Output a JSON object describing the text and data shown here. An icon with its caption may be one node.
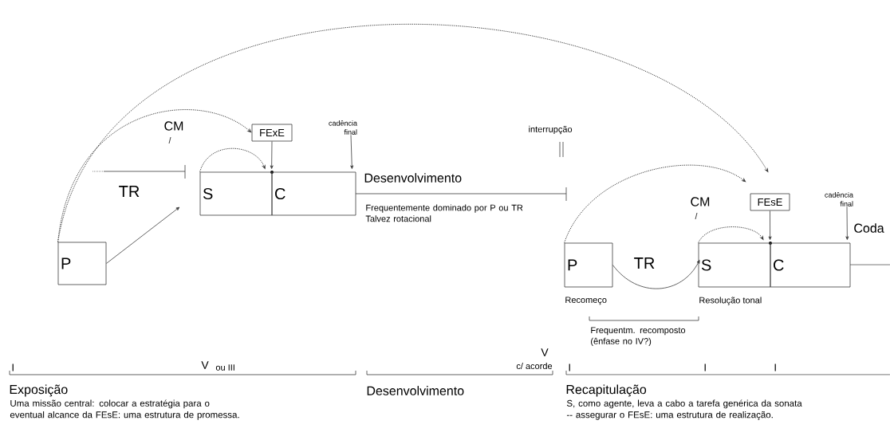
{
  "diagram": {
    "nodes": [
      {
        "text": [
          "P"
        ]
      },
      {
        "text": [
          "S"
        ]
      },
      {
        "text": [
          "C"
        ]
      },
      {
        "text": [
          "FExE"
        ]
      },
      {
        "text": [
          "P"
        ],
        "beside": [
          "Recomeço"
        ]
      },
      {
        "text": [
          "S"
        ],
        "beside": [
          "Resolução tonal"
        ]
      },
      {
        "text": [
          "C"
        ]
      },
      {
        "text": [
          "FEsE"
        ]
      },
      {
        "text": [
          "cadência final"
        ]
      },
      {
        "text": [
          "cadência final"
        ]
      }
    ],
    "edges": [
      {
        "from": 0,
        "to": 1,
        "arrow": "to"
      },
      {
        "from": 0,
        "to": 3,
        "arrow": "to",
        "style": "dashed"
      },
      {
        "from": 0,
        "to": 7,
        "arrow": "to",
        "style": "dashed"
      },
      {
        "from": 1,
        "to": 2,
        "arrow": "to",
        "style": "dashed"
      },
      {
        "from": 3,
        "to": 2,
        "arrow": "to"
      },
      {
        "from": 8,
        "to": 2,
        "arrow": "to"
      },
      {
        "from": 4,
        "to": 7,
        "arrow": "to",
        "style": "dashed"
      },
      {
        "from": 4,
        "to": 5,
        "arrow": "to",
        "label": "TR"
      },
      {
        "from": 5,
        "to": 6,
        "arrow": "to",
        "style": "dashed"
      },
      {
        "from": 7,
        "to": 6,
        "arrow": "to"
      },
      {
        "from": 9,
        "to": 6,
        "arrow": "to"
      }
    ],
    "labels": [
      "CM",
      "TR",
      "interrupção",
      "Desenvolvimento",
      "Frequentemente dominado por P ou TR Talvez rotacional",
      "CM",
      "Coda",
      "Frequentm. recomposto (ênfase no IV?)",
      "I",
      "V",
      "ou III",
      "V",
      "c/ acorde",
      "I",
      "I",
      "I",
      "Exposição",
      "Uma missão central: colocar a estratégia para o eventual alcance da FEsE: uma estrutura de promessa.",
      "Desenvolvimento",
      "Recapitulação",
      "S, como agente, leva a cabo a tarefa genérica da sonata -- assegurar o FEsE: uma estrutura de realização."
    ]
  }
}
